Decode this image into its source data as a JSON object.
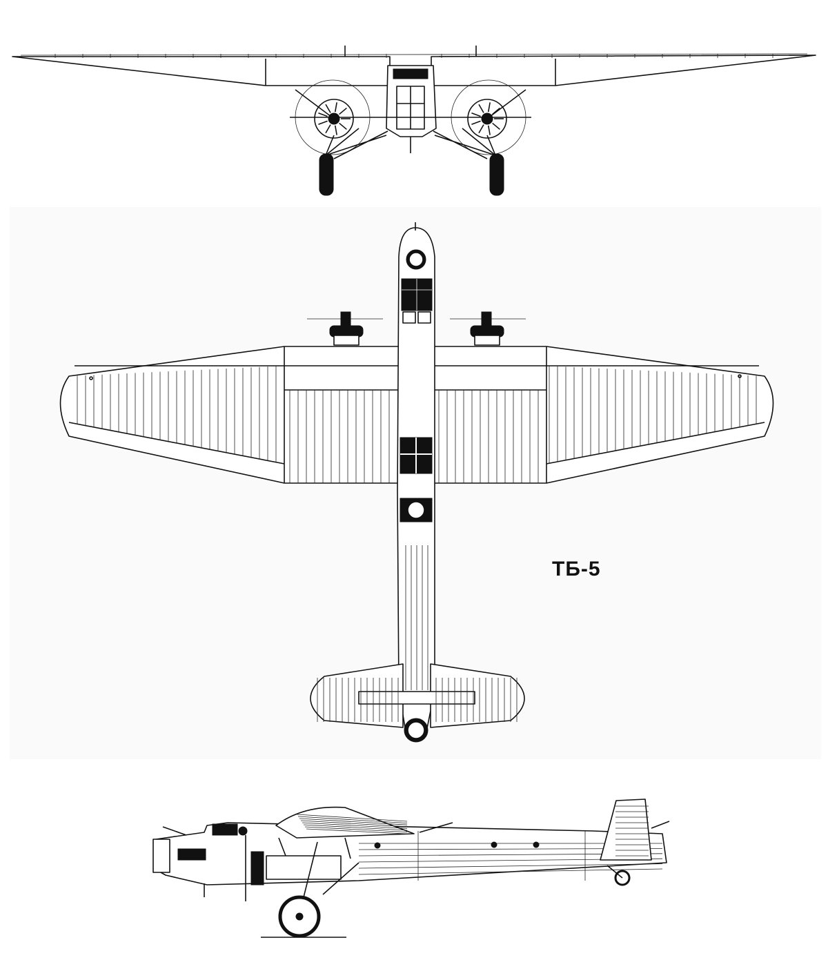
{
  "drawing": {
    "designation": "ТБ-5",
    "views": [
      "front-view",
      "top-view",
      "side-view"
    ],
    "ink_color": "#111111",
    "paper_color": "#ffffff"
  }
}
